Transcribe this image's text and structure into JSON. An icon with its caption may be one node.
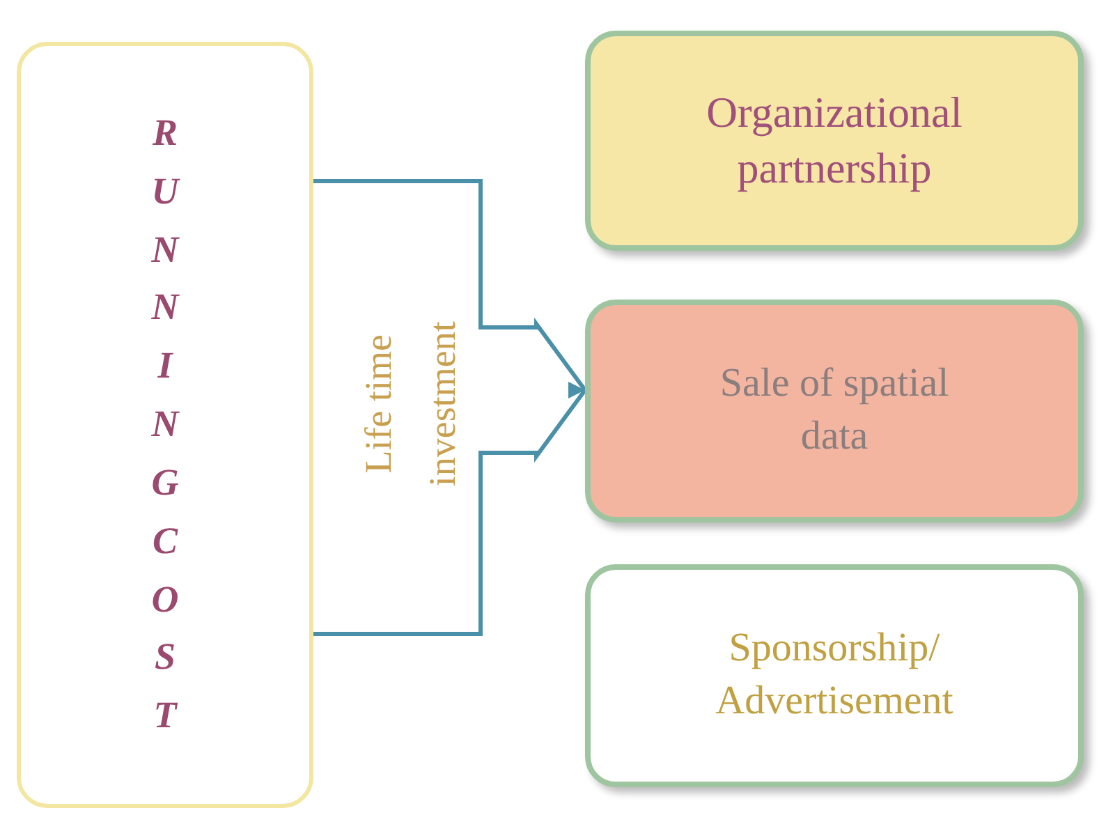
{
  "diagram": {
    "nodes": [
      {
        "text": [
          "RUNNING COST"
        ]
      },
      {
        "text": [
          "Organizational partnership"
        ]
      },
      {
        "text": [
          "Sale of spatial data"
        ]
      },
      {
        "text": [
          "Sponsorship/ Advertisement"
        ]
      }
    ],
    "edges": [
      {
        "from": 0,
        "to": 2,
        "arrow": "to",
        "label": "Life time investment"
      }
    ]
  }
}
